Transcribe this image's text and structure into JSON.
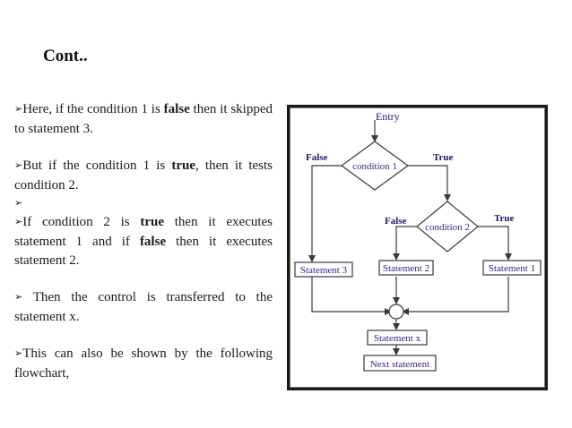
{
  "slide": {
    "title": "Cont..",
    "bullets": [
      {
        "marker": "➢",
        "parts": [
          {
            "text": "Here, if the condition 1 is ",
            "bold": false
          },
          {
            "text": "false",
            "bold": true
          },
          {
            "text": " then it skipped to statement 3.",
            "bold": false
          }
        ]
      },
      {
        "marker": "➢",
        "parts": [
          {
            "text": "But if the condition 1 is ",
            "bold": false
          },
          {
            "text": "true",
            "bold": true
          },
          {
            "text": ", then it tests condition 2.",
            "bold": false
          }
        ]
      },
      {
        "marker": "➢",
        "parts": []
      },
      {
        "marker": "➢",
        "parts": [
          {
            "text": "If condition 2 is ",
            "bold": false
          },
          {
            "text": "true",
            "bold": true
          },
          {
            "text": " then it executes statement 1 and if ",
            "bold": false
          },
          {
            "text": "false",
            "bold": true
          },
          {
            "text": " then it executes statement 2.",
            "bold": false
          }
        ]
      },
      {
        "marker": "➢",
        "parts": [
          {
            "text": " Then the control is transferred to the statement x.",
            "bold": false
          }
        ]
      },
      {
        "marker": "➢",
        "parts": [
          {
            "text": "This can also be shown by the following flowchart,",
            "bold": false
          }
        ]
      }
    ]
  },
  "flowchart": {
    "entry": "Entry",
    "condition1": "condition 1",
    "condition2": "condition 2",
    "false1": "False",
    "true1": "True",
    "false2": "False",
    "true2": "True",
    "statement3": "Statement 3",
    "statement2": "Statement 2",
    "statement1": "Statement 1",
    "statementx": "Statement x",
    "next": "Next statement",
    "colors": {
      "box_fill": "#ffffff",
      "stroke": "#3a3a3a",
      "box_text": "#2a2a8a",
      "label_text": "#1a1a6a"
    }
  }
}
